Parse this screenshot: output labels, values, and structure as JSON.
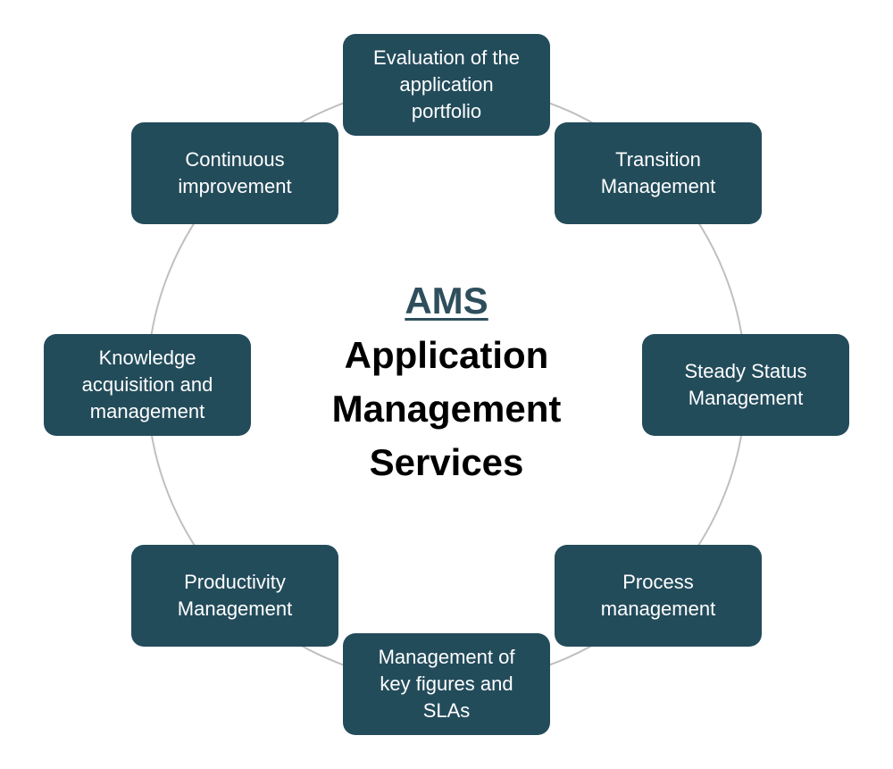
{
  "center": {
    "abbreviation": "AMS",
    "full_name": "Application\nManagement\nServices"
  },
  "colors": {
    "node_fill": "#234c5b",
    "node_text": "#ffffff",
    "ring_stroke": "#bfbfbf",
    "abbreviation_text": "#2e4e5c",
    "title_text": "#000000"
  },
  "nodes": [
    {
      "label": "Evaluation of the\napplication\nportfolio"
    },
    {
      "label": "Transition\nManagement"
    },
    {
      "label": "Steady Status\nManagement"
    },
    {
      "label": "Process\nmanagement"
    },
    {
      "label": "Management of\nkey figures and\nSLAs"
    },
    {
      "label": "Productivity\nManagement"
    },
    {
      "label": "Knowledge\nacquisition and\nmanagement"
    },
    {
      "label": "Continuous\nimprovement"
    }
  ]
}
